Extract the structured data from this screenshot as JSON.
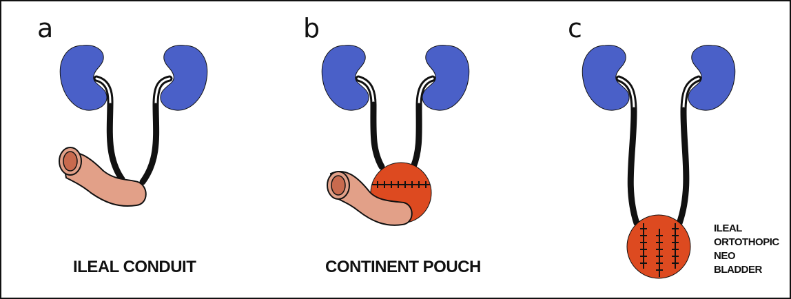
{
  "panels": [
    {
      "letter": "a",
      "label": "ILEAL CONDUIT",
      "procedure": "ileal-conduit"
    },
    {
      "letter": "b",
      "label": "CONTINENT POUCH",
      "procedure": "continent-pouch"
    },
    {
      "letter": "c",
      "label_lines": [
        "ILEAL",
        "ORTOTHOPIC",
        "NEO",
        "BLADDER"
      ],
      "procedure": "orthotopic-neobladder"
    }
  ],
  "colors": {
    "kidney": "#4a60c8",
    "ureter": "#111111",
    "bowel": "#e2a088",
    "bowel_stoma": "#c86a4e",
    "pouch": "#dd4a20",
    "frame": "#111111",
    "background": "#ffffff"
  }
}
